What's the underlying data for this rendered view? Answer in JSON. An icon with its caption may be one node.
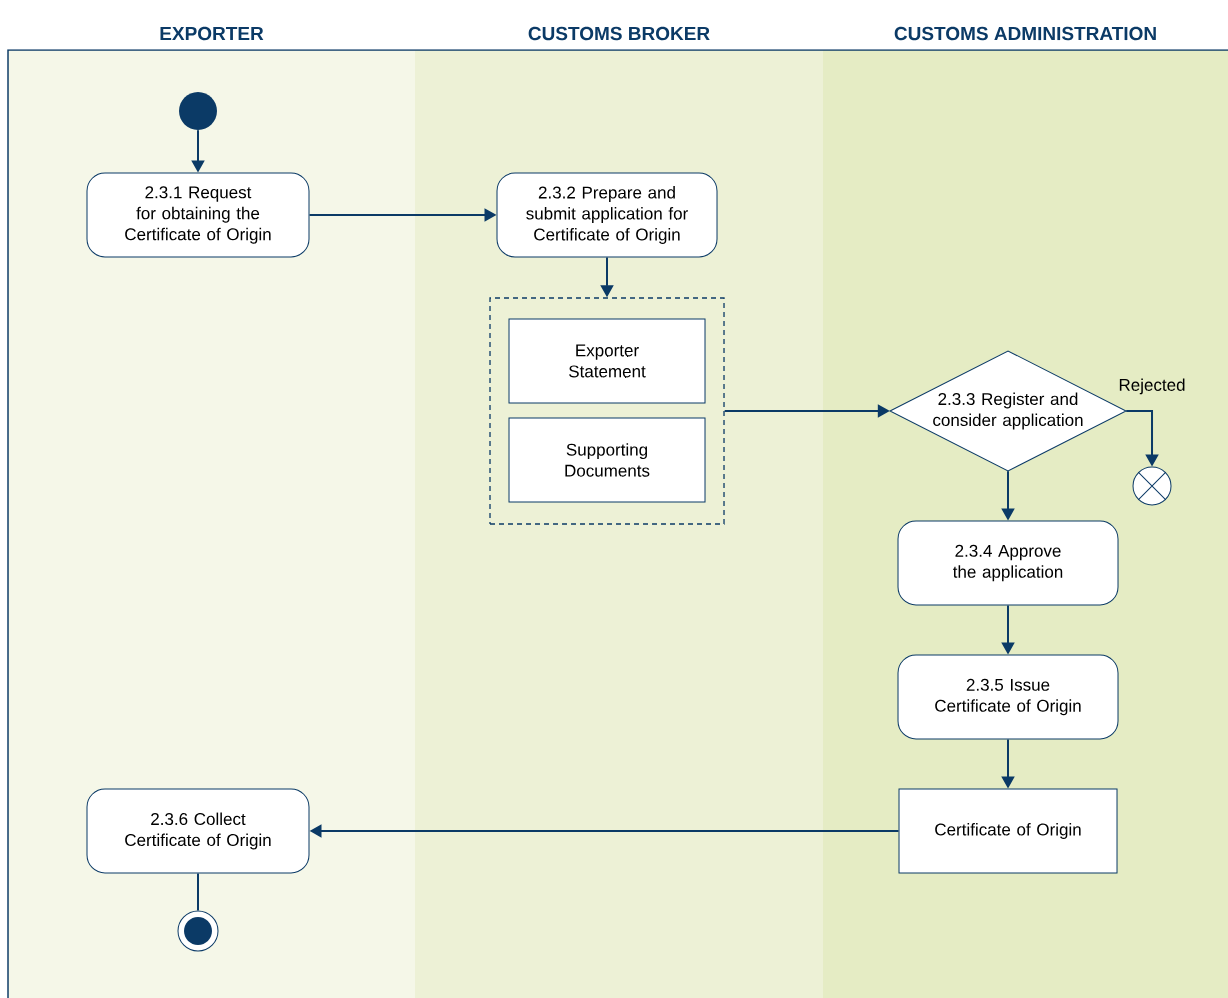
{
  "diagram": {
    "nodes": [
      {
        "text": [
          "EXPORTER"
        ]
      },
      {
        "text": [
          "CUSTOMS BROKER"
        ]
      },
      {
        "text": [
          "CUSTOMS ADMINISTRATION"
        ]
      },
      {
        "text": [],
        "shape": "circle",
        "in": 0
      },
      {
        "text": [
          "2.3.1 Request for obtaining the Certificate of Origin"
        ],
        "in": 0
      },
      {
        "text": [
          "2.3.2 Prepare and submit application for Certificate of Origin"
        ],
        "in": 1
      },
      {
        "text": [],
        "shape": "box",
        "in": 1
      },
      {
        "text": [
          "Exporter Statement"
        ],
        "in": 6
      },
      {
        "text": [
          "Supporting Documents"
        ],
        "in": 6
      },
      {
        "text": [
          "2.3.3 Register and consider application"
        ],
        "in": 2
      },
      {
        "text": [],
        "shape": "circle",
        "in": 2
      },
      {
        "text": [
          "2.3.4 Approve the application"
        ],
        "in": 2
      },
      {
        "text": [
          "2.3.5 Issue Certificate of Origin"
        ],
        "in": 2
      },
      {
        "text": [
          "Certificate of Origin"
        ],
        "in": 2
      },
      {
        "text": [
          "2.3.6 Collect Certificate of Origin"
        ],
        "in": 0
      },
      {
        "text": [],
        "shape": "circle",
        "in": 0
      }
    ],
    "edges": [
      {
        "from": 3,
        "to": 4,
        "arrow": "to"
      },
      {
        "from": 4,
        "to": 5,
        "arrow": "to"
      },
      {
        "from": 5,
        "to": 6,
        "arrow": "to"
      },
      {
        "from": 6,
        "to": 9,
        "arrow": "to"
      },
      {
        "from": 9,
        "to": 10,
        "arrow": "to",
        "label": "Rejected"
      },
      {
        "from": 9,
        "to": 11,
        "arrow": "to"
      },
      {
        "from": 11,
        "to": 12,
        "arrow": "to"
      },
      {
        "from": 12,
        "to": 13,
        "arrow": "to"
      },
      {
        "from": 13,
        "to": 14,
        "arrow": "to"
      },
      {
        "from": 14,
        "to": 15,
        "arrow": "none"
      }
    ]
  }
}
